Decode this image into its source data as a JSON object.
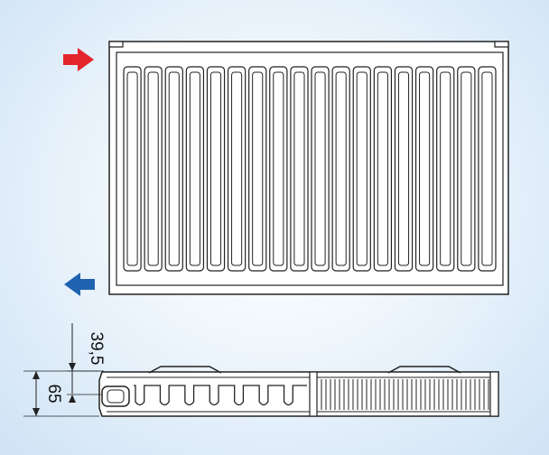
{
  "dimensions": {
    "depth_label": "39,5",
    "height_label": "65"
  },
  "flow_indicators": {
    "inlet_icon": "red-arrow-right-icon",
    "outlet_icon": "blue-arrow-left-icon",
    "inlet_color": "#e3262b",
    "outlet_color": "#1f63b0"
  },
  "panel": {
    "vertical_ribs": 18
  },
  "colors": {
    "line": "#222222",
    "fill": "#ffffff"
  }
}
